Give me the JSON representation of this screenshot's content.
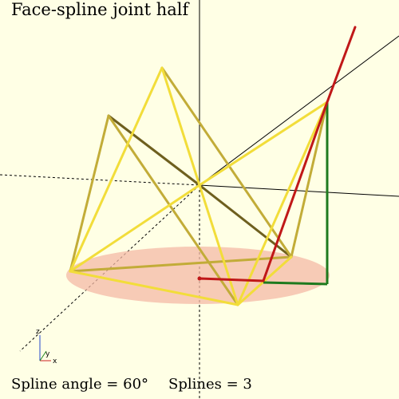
{
  "view_title": "Face-spline joint half",
  "parameters": {
    "spline_angle": "Spline angle = 60°",
    "splines": "Splines = 3"
  },
  "axis_gizmo": {
    "x": "x",
    "y": "y",
    "z": "z"
  },
  "colors": {
    "background": "#ffffe5",
    "edge_light": "#f2dd3a",
    "edge_mid": "#c9b33a",
    "edge_dark": "#6e5f1e",
    "spline": "#c01818",
    "support": "#1e7a1e",
    "base_disc": "#f4b9a6"
  }
}
